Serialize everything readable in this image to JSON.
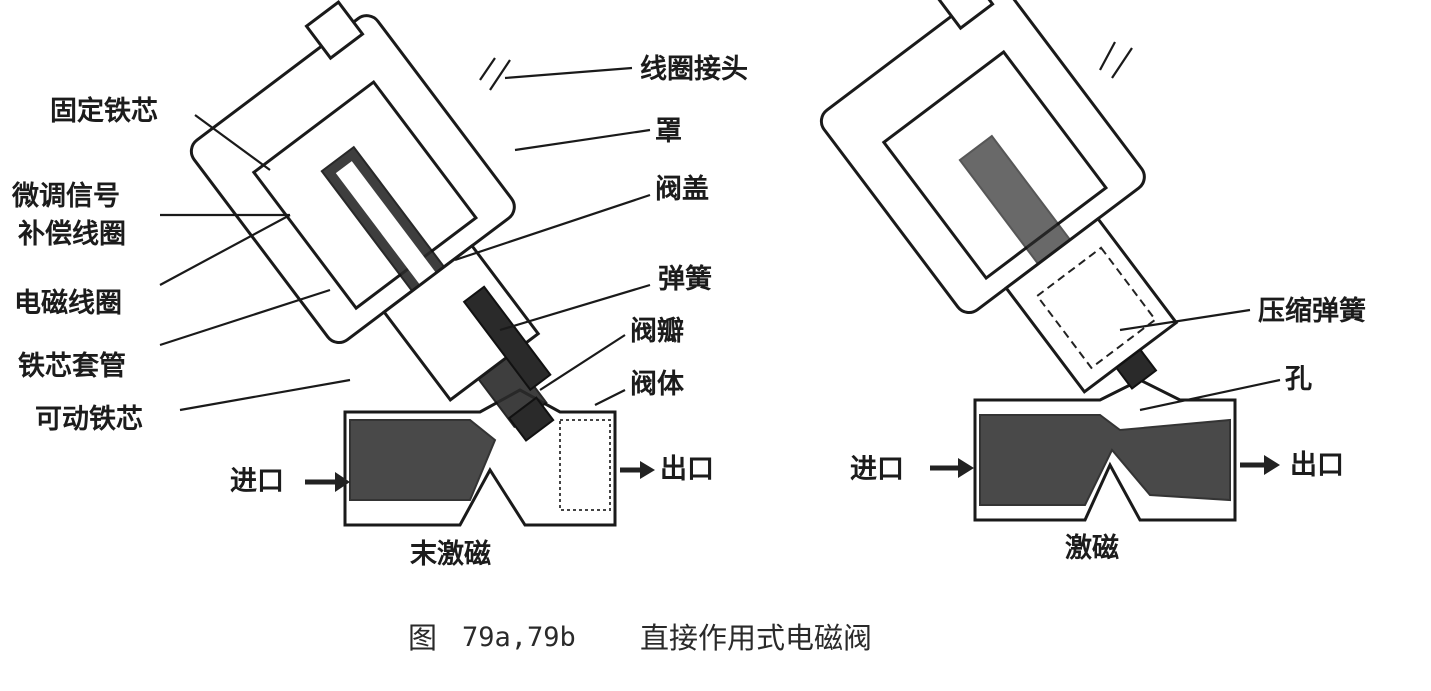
{
  "figure_a": {
    "labels": {
      "coil_connector": "线圈接头",
      "cover": "罩",
      "fixed_core": "固定铁芯",
      "fine_tune_line1": "微调信号",
      "fine_tune_line2": "补偿线圈",
      "bonnet": "阀盖",
      "spring": "弹簧",
      "solenoid_coil": "电磁线圈",
      "valve_disc": "阀瓣",
      "core_tube": "铁芯套管",
      "valve_body": "阀体",
      "plunger": "可动铁芯",
      "inlet": "进口",
      "outlet": "出口"
    },
    "state": "末激磁"
  },
  "figure_b": {
    "labels": {
      "compression_spring": "压缩弹簧",
      "orifice": "孔",
      "inlet": "进口",
      "outlet": "出口"
    },
    "state": "激磁"
  },
  "caption": {
    "prefix": "图",
    "number": "79a,79b",
    "title": "直接作用式电磁阀"
  }
}
